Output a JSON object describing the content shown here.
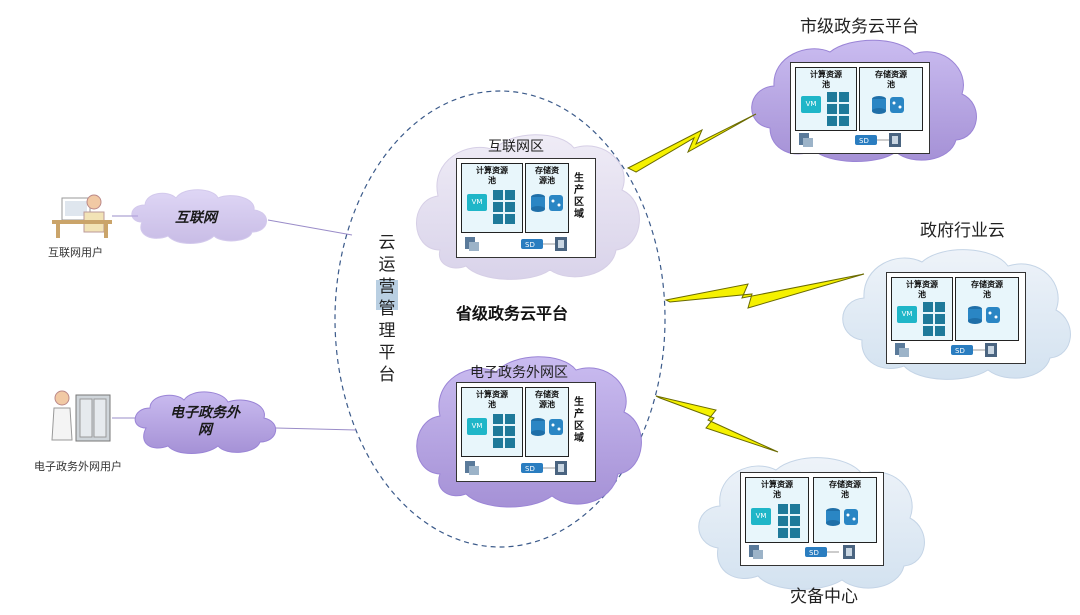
{
  "users": {
    "internet_user": "互联网用户",
    "egov_user": "电子政务外网用户"
  },
  "networks": {
    "internet": "互联网",
    "egov_net_line1": "电子政务外",
    "egov_net_line2": "网"
  },
  "management": {
    "chars": [
      "云",
      "运",
      "营",
      "管",
      "理",
      "平",
      "台"
    ]
  },
  "provincial": {
    "title": "省级政务云平台",
    "internet_zone": "互联网区",
    "egov_zone": "电子政务外网区"
  },
  "pool": {
    "compute_line1": "计算资源",
    "compute_line2": "池",
    "storage_line1": "存储资",
    "storage_line2": "源池",
    "storage_alt_line1": "存储资源",
    "storage_alt_line2": "池",
    "vm": "VM",
    "prod_chars": [
      "生",
      "产",
      "区",
      "域"
    ]
  },
  "remote": {
    "city": "市级政务云平台",
    "industry": "政府行业云",
    "dr": "灾备中心"
  },
  "colors": {
    "cloud_gray": "#e3dff0",
    "cloud_purple": "#b29fd9",
    "cloud_light_purple": "#cfc4ec",
    "cloud_blue": "#dde8f3",
    "lightning": "#f0f000",
    "teal": "#1fb6c8",
    "square": "#1f7a9a",
    "pool_bg": "#e8f6fb",
    "dashed": "#3b5a8a"
  }
}
